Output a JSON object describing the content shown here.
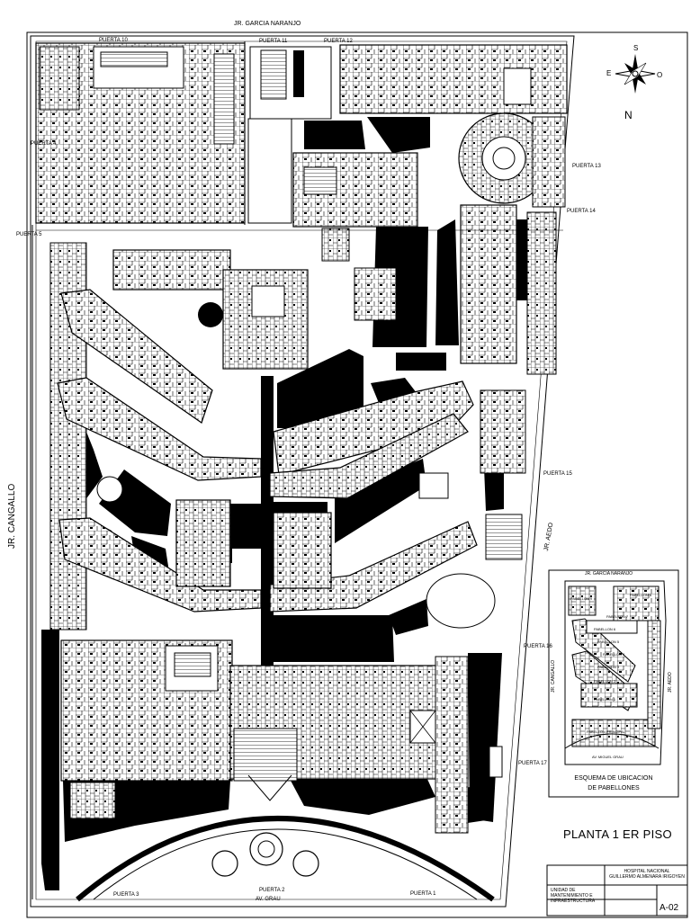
{
  "streets": {
    "north": "JR. GARCIA NARANJO",
    "west": "JR. CANGALLO",
    "east": "JR. AEDO",
    "south": "AV. GRAU"
  },
  "gates": {
    "p11": "PUERTA 11",
    "p12": "PUERTA 12",
    "p4": "PUERTA 4",
    "p5": "PUERTA 5",
    "p13": "PUERTA 13",
    "p14": "PUERTA 14",
    "p15": "PUERTA 15",
    "p16": "PUERTA 16",
    "p17": "PUERTA 17",
    "p1": "PUERTA 1",
    "p2": "PUERTA 2",
    "p3": "PUERTA 3",
    "pnw": "PUERTA 10"
  },
  "compass": {
    "n": "N",
    "s": "S",
    "e": "E",
    "o": "O"
  },
  "plan_title": "PLANTA 1 ER PISO",
  "inset": {
    "caption_line1": "ESQUEMA DE UBICACION",
    "caption_line2": "DE PABELLONES",
    "street_north": "JR. GARCIA NARANJO",
    "street_west": "JR. CANGALLO",
    "street_east": "JR. AEDO",
    "street_south": "AV. MIGUEL GRAU",
    "pavilions": [
      "PABELLON 9",
      "PABELLON 8",
      "PABELLON 7",
      "PABELLON 6",
      "PABELLON 5",
      "PABELLON 4",
      "PABELLON 3",
      "PABELLON 2",
      "PABELLON 1",
      "PABELLON PRINCIPAL"
    ]
  },
  "title_block": {
    "hospital_line1": "HOSPITAL NACIONAL",
    "hospital_line2": "GUILLERMO ALMENARA IRIGOYEN",
    "unit_line1": "UNIDAD DE MANTENIMIENTO E",
    "unit_line2": "INFRAESTRUCTURA",
    "sheet": "A-02"
  },
  "colors": {
    "ink": "#000000",
    "paper": "#ffffff",
    "fill": "#000000"
  }
}
